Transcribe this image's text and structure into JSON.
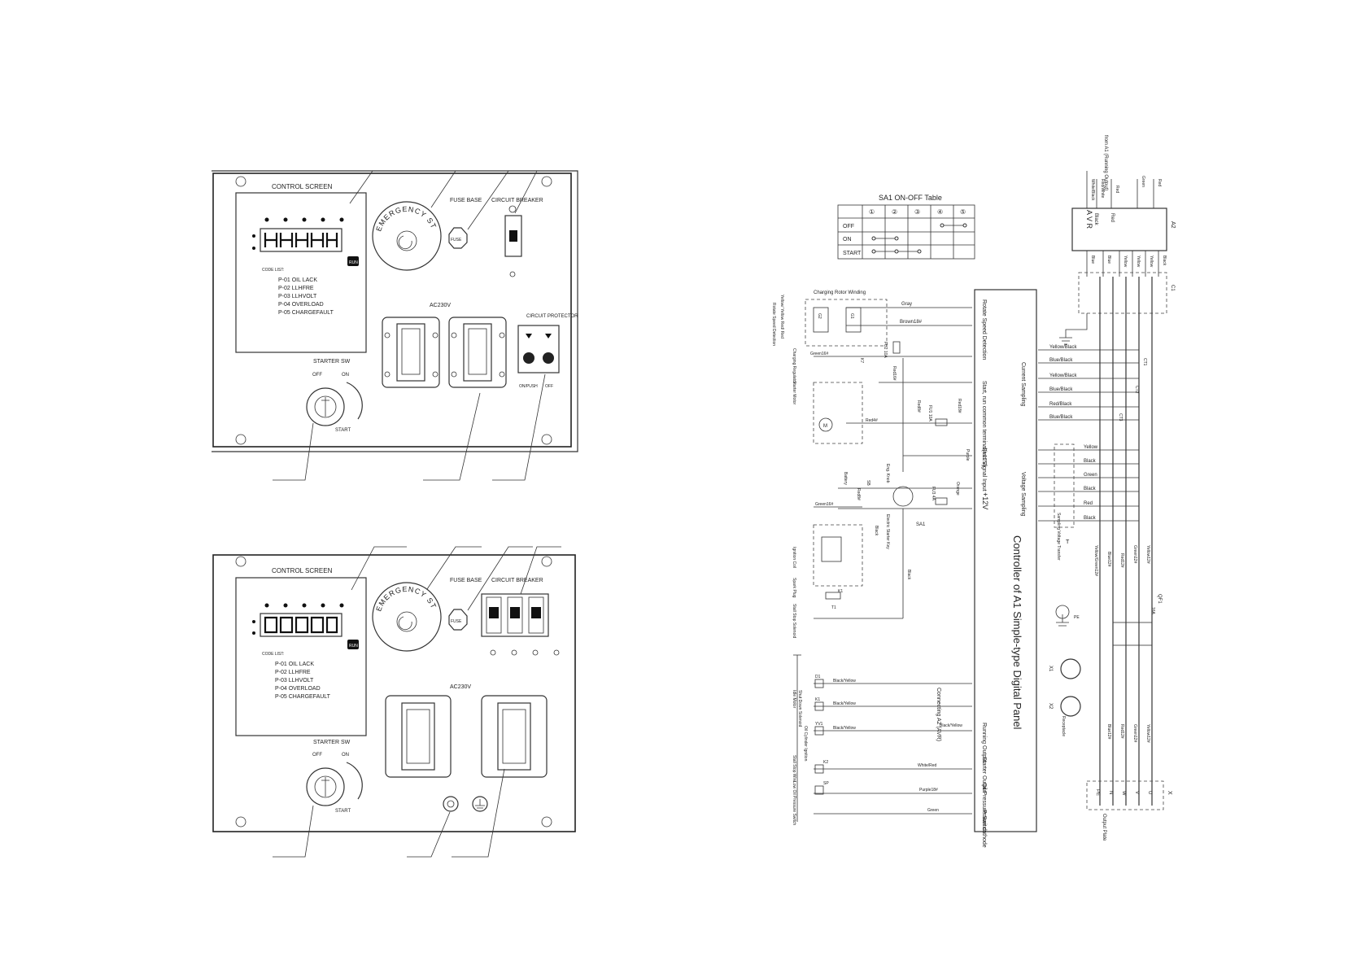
{
  "panel_top": {
    "control_screen_label": "CONTROL SCREEN",
    "indicators": [
      "",
      "",
      "",
      "",
      ""
    ],
    "side_leds": [
      "",
      ""
    ],
    "code_list_title": "CODE LIST:",
    "codes": [
      "P-01 OIL LACK",
      "P-02 LLHFRE",
      "P-03 LLHVOLT",
      "P-04 OVERLOAD",
      "P-05 CHARGEFAULT"
    ],
    "run_button": "RUN",
    "emergency_stop": "EMERGENCY STOP",
    "fuse_base": "FUSE BASE",
    "fuse": "FUSE",
    "circuit_breaker": "CIRCUIT BREAKER",
    "ac_label": "AC230V",
    "circuit_protector": "CIRCUIT PROTECTOR",
    "protector_on": "ON/PUSH",
    "protector_off": "OFF",
    "starter_sw": "STARTER SW",
    "off": "OFF",
    "on": "ON",
    "start": "START"
  },
  "panel_bottom": {
    "control_screen_label": "CONTROL SCREEN",
    "indicators": [
      "",
      "",
      "",
      "",
      ""
    ],
    "side_leds": [
      "",
      ""
    ],
    "code_list_title": "CODE LIST:",
    "codes": [
      "P-01 OIL LACK",
      "P-02 LLHFRE",
      "P-03 LLHVOLT",
      "P-04 OVERLOAD",
      "P-05 CHARGEFAULT"
    ],
    "run_button": "RUN",
    "emergency_stop": "EMERGENCY STOP",
    "fuse_base": "FUSE BASE",
    "fuse": "FUSE",
    "circuit_breaker": "CIRCUIT BREAKER",
    "ac_label": "AC230V",
    "starter_sw": "STARTER SW",
    "off": "OFF",
    "on": "ON",
    "start": "START"
  },
  "table": {
    "title": "SA1 ON-OFF Table",
    "columns": [
      "①",
      "②",
      "③",
      "④",
      "⑤"
    ],
    "rows": [
      "OFF",
      "ON",
      "START"
    ]
  },
  "schematic": {
    "controller_title": "Controller of A1 Simple-type Digital Panel",
    "terminals": [
      "Rotate Speed Detection",
      "Start, run common terminal(+12V)",
      "Start Signal Input",
      "+12V",
      "Connecting A2 (AVR)",
      "Running Output",
      "Starter Output",
      "Oil Pressure Switch",
      "Power cathode"
    ],
    "wires_left": [
      "Gray",
      "Brown18#",
      "Green16#",
      "Red16#",
      "Red4#",
      "Red8#",
      "Red18#",
      "Purple",
      "Orange",
      "Red8#",
      "Black",
      "Black",
      "Green16#",
      "Black/Yellow",
      "Black/Yellow",
      "Black/Yellow",
      "Black/Yellow",
      "White/Red",
      "Purple18#",
      "Green"
    ],
    "components_left": [
      "Charging Rotor Winding",
      "Yellow/ Yellow Red/ Red",
      "Rotate Speed Detection",
      "Charging Regulator",
      "Starter Motor",
      "Eng. Knob",
      "Battery",
      "Electric Starter Key",
      "Ignition Coil",
      "Spark Plug",
      "Stall Stop Solenoid",
      "Idle Motor",
      "Shut Down Solenoid",
      "Oil Cylinder Ignition",
      "Stall Stop Wire",
      "Low Oil Pressure Switch"
    ],
    "component_codes": [
      "G2",
      "G1",
      "FU2 10A",
      "K7",
      "FU1 10A",
      "M",
      "SB",
      "FU3 4A",
      "SA1",
      "T1",
      "K1",
      "D1",
      "K1",
      "YV1",
      "K2",
      "SP"
    ],
    "sampling": [
      "Current Sampling",
      "Voltage Sampling",
      "Sampling Voltage Transfer"
    ],
    "wires_right": [
      "Yellow/Black",
      "Blue/Black",
      "Yellow/Black",
      "Blue/Black",
      "Red/Black",
      "Blue/Black",
      "Yellow",
      "Black",
      "Green",
      "Black",
      "Red",
      "Black"
    ],
    "avr_label": "A V R",
    "avr_code": "A2",
    "avr_top_wires": [
      "White/Black",
      "Red/White",
      "Red",
      "Green",
      "Red"
    ],
    "avr_bottom_wires": [
      "Blue",
      "Blue",
      "Yellow",
      "Yellow",
      "Yellow",
      "Black"
    ],
    "avr_inner": [
      "Black",
      "Red"
    ],
    "running_output": "from A1 (Running Output)",
    "transformer": "C1",
    "ct_labels": [
      "CT1",
      "CT2",
      "CT3"
    ],
    "voltage_transfer": "T",
    "breaker_code": "QF1",
    "breaker_value": "16A",
    "ground_code": "PE",
    "receptacles": [
      "X1",
      "X2"
    ],
    "receptacle_label": "Receptacle",
    "output_plate": "Output Plate",
    "output_code": "X",
    "output_terminals": [
      "U",
      "V",
      "W",
      "N",
      "PE"
    ],
    "bus_wires_top": [
      "Yellow/Green12#",
      "Blue12#",
      "Red12#",
      "Green12#",
      "Yellow12#"
    ],
    "bus_wires_bottom": [
      "Blue12#",
      "Red12#",
      "Green12#",
      "Yellow12#"
    ]
  }
}
